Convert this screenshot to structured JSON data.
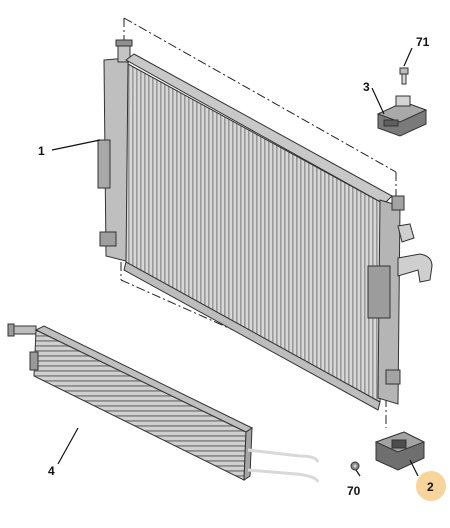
{
  "callouts": {
    "part_1": "1",
    "part_2": "2",
    "part_3": "3",
    "part_4": "4",
    "part_70": "70",
    "part_71": "71"
  },
  "highlight_color": "#f7d49a",
  "metal_color": "#c9c9c9",
  "dark_color": "#6b6b6b"
}
